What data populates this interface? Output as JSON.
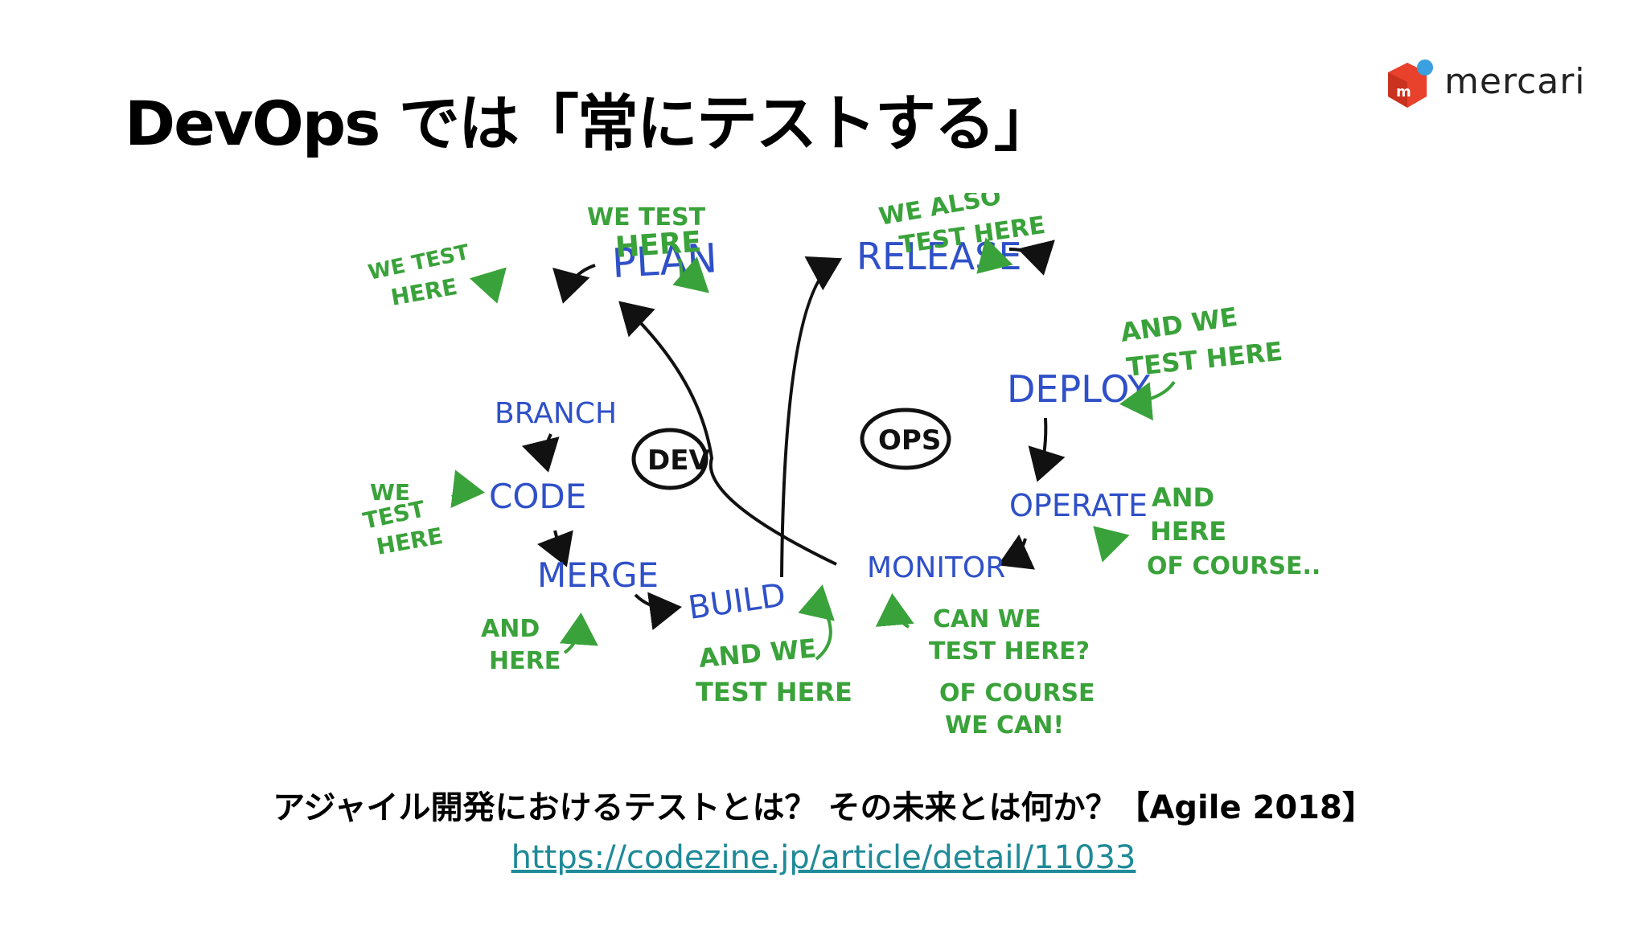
{
  "slide": {
    "title": "DevOps では「常にテストする」",
    "brand": "mercari",
    "caption": "アジャイル開発におけるテストとは？ その未来とは何か？【Agile 2018】",
    "link": "https://codezine.jp/article/detail/11033"
  },
  "diagram": {
    "dev_label": "DEV",
    "ops_label": "OPS",
    "stages": {
      "plan": "PLAN",
      "branch": "BRANCH",
      "code": "CODE",
      "merge": "MERGE",
      "build": "BUILD",
      "release": "RELEASE",
      "deploy": "DEPLOY",
      "operate": "OPERATE",
      "monitor": "MONITOR"
    },
    "notes": {
      "plan_1": "WE TEST",
      "plan_2": "HERE",
      "branch_1": "WE TEST",
      "branch_2": "HERE",
      "code_1": "WE",
      "code_2": "TEST",
      "code_3": "HERE",
      "merge_1": "AND",
      "merge_2": "HERE",
      "build_1": "AND WE",
      "build_2": "TEST HERE",
      "release_1": "WE ALSO",
      "release_2": "TEST HERE",
      "deploy_1": "AND WE",
      "deploy_2": "TEST HERE",
      "operate_1": "AND",
      "operate_2": "HERE",
      "operate_3": "OF COURSE..",
      "monitor_1": "CAN WE",
      "monitor_2": "TEST HERE?",
      "monitor_3": "OF COURSE",
      "monitor_4": "WE CAN!"
    },
    "colors": {
      "stage": "#2f50c8",
      "note": "#3aa23a",
      "link": "#1f8a98",
      "brand": "#e8412c"
    }
  }
}
